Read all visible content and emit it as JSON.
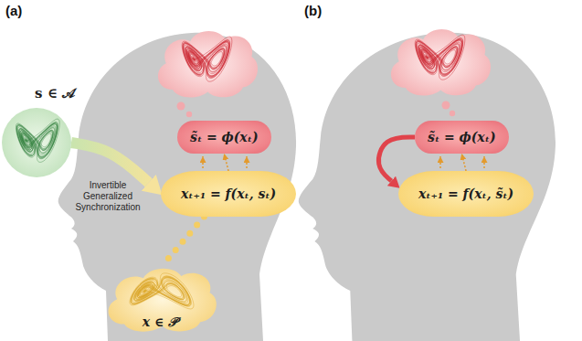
{
  "diagram": {
    "nodes": [
      {
        "text": [
          "s̃ₜ = ϕ(xₜ)"
        ]
      },
      {
        "text": [
          "xₜ₊₁ = f(xₜ, sₜ)"
        ]
      },
      {
        "text": [
          "s ∈ 𝒜"
        ]
      },
      {
        "text": [
          "x ∈ 𝒫"
        ]
      },
      {
        "text": [
          "s̃ₜ = ϕ(xₜ)"
        ]
      },
      {
        "text": [
          "xₜ₊₁ = f(xₜ, s̃ₜ)"
        ]
      }
    ],
    "edges": [
      {
        "from": 2,
        "to": 1,
        "arrow": "to",
        "label": "Invertible Generalized Synchronization"
      },
      {
        "from": 1,
        "to": 0,
        "arrow": "to"
      },
      {
        "from": 1,
        "to": 3,
        "arrow": "none"
      },
      {
        "from": 4,
        "to": 5,
        "arrow": "to"
      },
      {
        "from": 5,
        "to": 4,
        "arrow": "to"
      }
    ],
    "labels": [
      "(a)",
      "(b)"
    ]
  }
}
